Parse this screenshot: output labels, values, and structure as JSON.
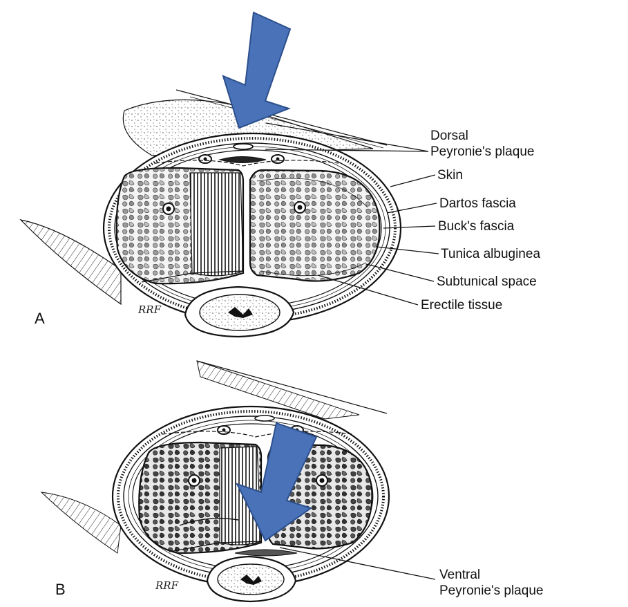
{
  "figure": {
    "panel_a": {
      "letter": "A",
      "signature": "RRF",
      "labels": {
        "dorsal_line1": "Dorsal",
        "dorsal_line2": "Peyronie's plaque",
        "skin": "Skin",
        "dartos": "Dartos fascia",
        "bucks": "Buck's fascia",
        "tunica": "Tunica albuginea",
        "subtunical": "Subtunical space",
        "erectile": "Erectile tissue"
      }
    },
    "panel_b": {
      "letter": "B",
      "signature": "RRF",
      "labels": {
        "ventral_line1": "Ventral",
        "ventral_line2": "Peyronie's plaque"
      }
    },
    "colors": {
      "arrow_fill": "#4a72b8",
      "arrow_stroke": "#2c4f8c",
      "ink": "#111111"
    }
  }
}
